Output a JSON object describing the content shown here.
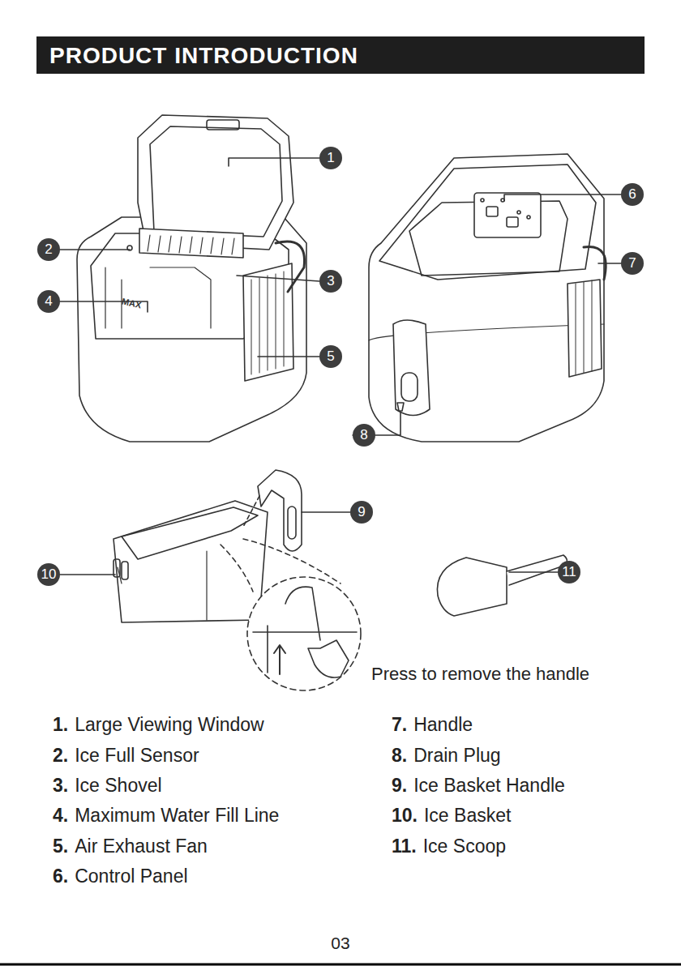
{
  "diagram": {
    "title": "PRODUCT INTRODUCTION",
    "labels": [
      "1",
      "2",
      "3",
      "4",
      "5",
      "6",
      "7",
      "8",
      "9",
      "10",
      "11",
      "MAX",
      "Press to remove the handle",
      "1.",
      "Large Viewing Window",
      "2.",
      "Ice Full Sensor",
      "3.",
      "Ice Shovel",
      "4.",
      "Maximum Water Fill Line",
      "5.",
      "Air Exhaust Fan",
      "6.",
      "Control Panel",
      "7.",
      "Handle",
      "8.",
      "Drain Plug",
      "9.",
      "Ice Basket Handle",
      "10.",
      "Ice Basket",
      "11.",
      "Ice Scoop",
      "03"
    ]
  }
}
